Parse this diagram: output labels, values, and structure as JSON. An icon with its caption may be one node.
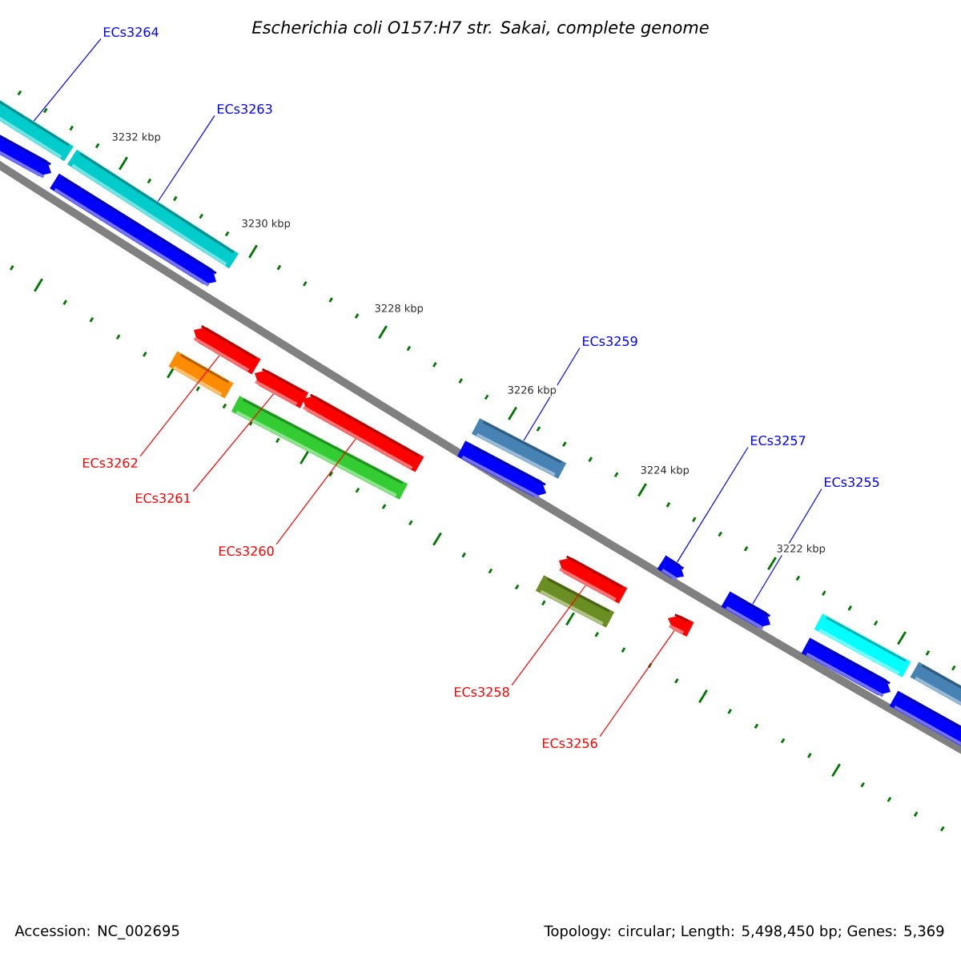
{
  "diagram": {
    "title": "Escherichia coli O157:H7 str. Sakai, complete genome",
    "nodes": [
      {
        "text": [
          "ECs3264"
        ]
      },
      {
        "text": [
          "ECs3263"
        ]
      },
      {
        "text": [
          "ECs3259"
        ]
      },
      {
        "text": [
          "ECs3257"
        ]
      },
      {
        "text": [
          "ECs3262"
        ]
      },
      {
        "text": [
          "ECs3255"
        ]
      },
      {
        "text": [
          "ECs3261"
        ]
      },
      {
        "text": [
          "ECs3260"
        ]
      },
      {
        "text": [
          "ECs3258"
        ]
      },
      {
        "text": [
          "ECs3256"
        ]
      },
      {
        "text": [],
        "shape": "bar"
      },
      {
        "text": [],
        "shape": "arrow"
      },
      {
        "text": [],
        "shape": "bar"
      },
      {
        "text": [],
        "shape": "arrow"
      },
      {
        "text": [],
        "shape": "bar"
      },
      {
        "text": [],
        "shape": "arrow"
      },
      {
        "text": [],
        "shape": "bar"
      },
      {
        "text": [],
        "shape": "arrow"
      },
      {
        "text": [],
        "shape": "arrow"
      },
      {
        "text": [],
        "shape": "arrow"
      },
      {
        "text": [],
        "shape": "bar"
      },
      {
        "text": [],
        "shape": "bar"
      },
      {
        "text": [],
        "shape": "arrow"
      },
      {
        "text": [],
        "shape": "arrow"
      },
      {
        "text": [],
        "shape": "arrow"
      },
      {
        "text": [],
        "shape": "arrow"
      },
      {
        "text": [],
        "shape": "arrow"
      },
      {
        "text": [],
        "shape": "bar"
      },
      {
        "text": [],
        "shape": "bar"
      },
      {
        "text": [],
        "shape": "bar"
      }
    ],
    "edges": [
      {
        "from": 0,
        "to": 10,
        "arrow": "none"
      },
      {
        "from": 1,
        "to": 12,
        "arrow": "none"
      },
      {
        "from": 2,
        "to": 20,
        "arrow": "none"
      },
      {
        "from": 3,
        "to": 23,
        "arrow": "none"
      },
      {
        "from": 4,
        "to": 15,
        "arrow": "none",
        "color": "#ff0000"
      },
      {
        "from": 5,
        "to": 25,
        "arrow": "none"
      },
      {
        "from": 6,
        "to": 17,
        "arrow": "none",
        "color": "#ff0000"
      },
      {
        "from": 7,
        "to": 18,
        "arrow": "none",
        "color": "#ff0000"
      },
      {
        "from": 8,
        "to": 22,
        "arrow": "none",
        "color": "#ff0000"
      },
      {
        "from": 9,
        "to": 24,
        "arrow": "none",
        "color": "#ff0000"
      }
    ],
    "labels": [
      "3232 kbp",
      "3230 kbp",
      "3228 kbp",
      "3226 kbp",
      "3224 kbp",
      "3222 kbp",
      "Accession: NC_002695",
      "Topology: circular; Length: 5,498,450 bp; Genes: 5,369"
    ]
  }
}
